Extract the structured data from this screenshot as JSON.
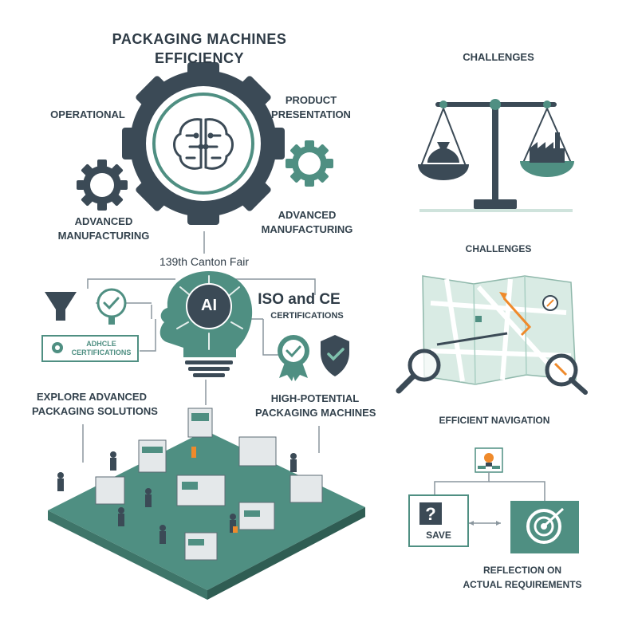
{
  "header": {
    "title_line1": "PACKAGING MACHINES",
    "title_line2": "EFFICIENCY"
  },
  "gears": {
    "operational": "OPERATIONAL",
    "product_presentation_line1": "PRODUCT",
    "product_presentation_line2": "PRESENTATION",
    "adv_mfg_left_line1": "ADVANCED",
    "adv_mfg_left_line2": "MANUFACTURING",
    "adv_mfg_right_line1": "ADVANCED",
    "adv_mfg_right_line2": "MANUFACTURING"
  },
  "center": {
    "fair": "139th Canton Fair",
    "ai": "AI",
    "iso_line1": "ISO and CE",
    "iso_line2": "CERTIFICATIONS",
    "cert_badge_line1": "ADHCLE",
    "cert_badge_line2": "CERTIFICATIONS"
  },
  "floor": {
    "explore_line1": "EXPLORE ADVANCED",
    "explore_line2": "PACKAGING SOLUTIONS",
    "potential_line1": "HIGH-POTENTIAL",
    "potential_line2": "PACKAGING MACHINES"
  },
  "right": {
    "challenges_top": "CHALLENGES",
    "challenges_mid": "CHALLENGES",
    "efficient_navigation": "EFFICIENT NAVIGATION",
    "save": "SAVE",
    "reflection_line1": "REFLECTION ON",
    "reflection_line2": "ACTUAL REQUIREMENTS"
  },
  "icons": [
    "brain-icon",
    "gear-icon",
    "funnel-icon",
    "check-icon",
    "ai-head-icon",
    "badge-icon",
    "shield-icon",
    "scale-icon",
    "money-bag-icon",
    "factory-icon",
    "map-icon",
    "magnifier-icon",
    "compass-icon",
    "lightbulb-icon",
    "question-icon",
    "target-icon"
  ],
  "colors": {
    "teal": "#4f8f82",
    "dark": "#3b4a56",
    "light_teal": "#a9cfc3",
    "orange": "#ef8a2b"
  }
}
